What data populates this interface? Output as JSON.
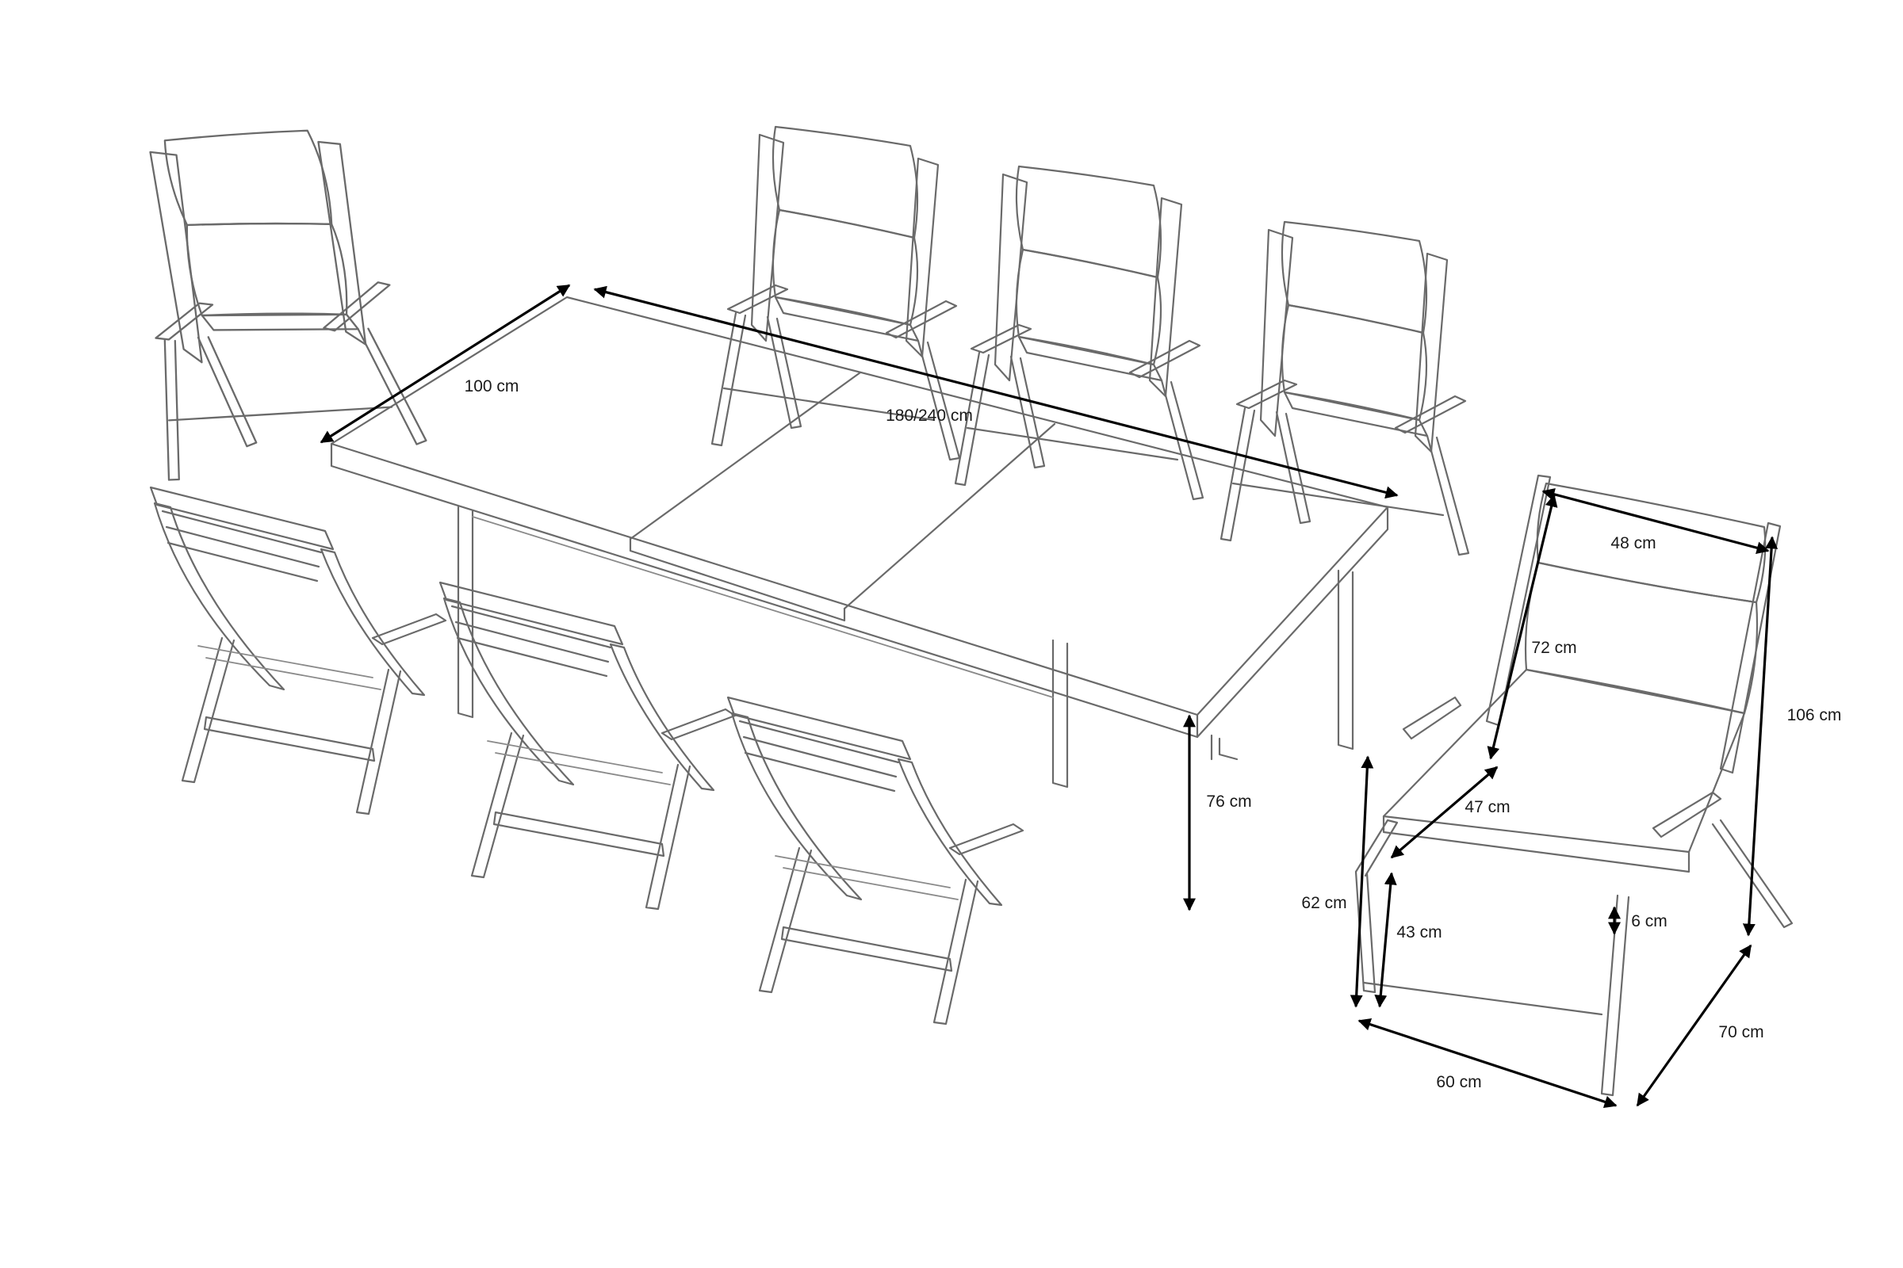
{
  "dimensions": {
    "table_width": "100 cm",
    "table_length": "180/240 cm",
    "table_height": "76 cm",
    "chair_seat_width": "48 cm",
    "chair_back_height": "72 cm",
    "chair_total_height": "106 cm",
    "chair_seat_depth": "47 cm",
    "chair_armrest_height": "62 cm",
    "chair_seat_height": "43 cm",
    "chair_cushion_thickness": "6 cm",
    "chair_width": "60 cm",
    "chair_depth": "70 cm"
  }
}
